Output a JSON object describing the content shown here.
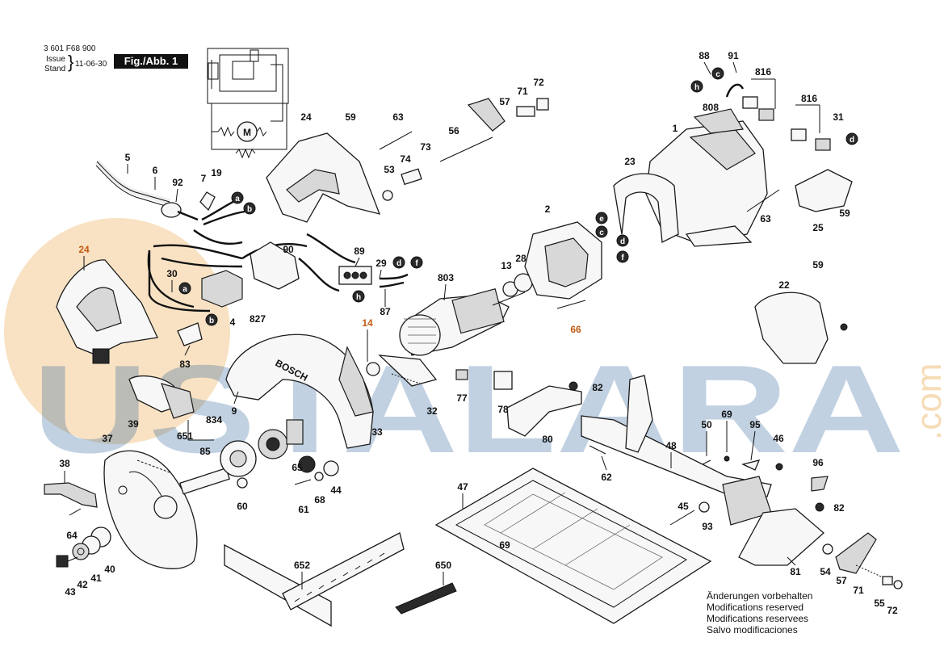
{
  "header": {
    "doc_number": "3 601 F68 900",
    "issue_label": "Issue",
    "stand_label": "Stand",
    "date": "11-06-30",
    "fig_label": "Fig./Abb. 1"
  },
  "watermark": {
    "text": "USTALARA",
    "suffix": ".com",
    "circle_color": "#efbf7a",
    "text_color": "#1f5b98"
  },
  "brand_on_guard": "BOSCH",
  "motor_symbol": "M",
  "notes": [
    "Änderungen vorbehalten",
    "Modifications reserved",
    "Modifications reservees",
    "Salvo modificaciones"
  ],
  "connection_letters": [
    "a",
    "b",
    "c",
    "d",
    "e",
    "f",
    "h"
  ],
  "part_labels": [
    "88",
    "91",
    "816",
    "816",
    "31",
    "808",
    "1",
    "72",
    "71",
    "57",
    "73",
    "56",
    "74",
    "53",
    "63",
    "59",
    "24",
    "5",
    "6",
    "92",
    "7",
    "19",
    "2",
    "23",
    "63",
    "59",
    "25",
    "24",
    "30",
    "90",
    "89",
    "29",
    "87",
    "13",
    "28",
    "803",
    "4",
    "827",
    "14",
    "59",
    "22",
    "83",
    "66",
    "82",
    "9",
    "834",
    "651",
    "39",
    "37",
    "85",
    "65",
    "32",
    "78",
    "33",
    "77",
    "80",
    "50",
    "69",
    "95",
    "46",
    "62",
    "48",
    "38",
    "60",
    "44",
    "61",
    "68",
    "47",
    "96",
    "45",
    "82",
    "93",
    "64",
    "42",
    "41",
    "40",
    "43",
    "652",
    "650",
    "69",
    "81",
    "54",
    "57",
    "71",
    "55",
    "72"
  ]
}
